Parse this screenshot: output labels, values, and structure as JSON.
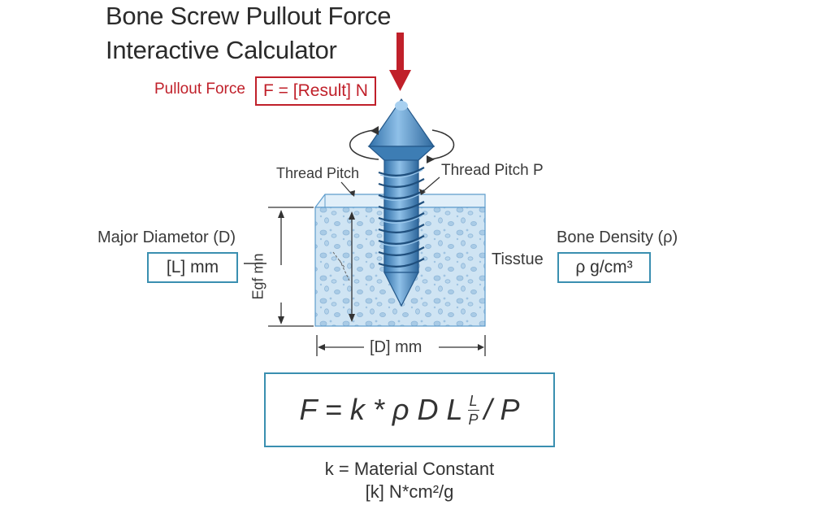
{
  "title": {
    "line1": "Bone Screw Pullout Force",
    "line2": "Interactive Calculator"
  },
  "pullout": {
    "label": "Pullout Force",
    "result": "F = [Result] N"
  },
  "thread": {
    "left_label": "Thread Pitch",
    "right_label": "Thread Pitch P"
  },
  "diameter": {
    "label": "Major Diametor (D)",
    "input": "[L] mm"
  },
  "depth_label": "Egf mn",
  "width_label": "[D] mm",
  "tissue_label": "Tisstue",
  "density": {
    "label": "Bone Density (ρ)",
    "input": "ρ g/cm³"
  },
  "formula": {
    "lead": "F = k * ρ D L",
    "frac_num": "L",
    "frac_den": "P",
    "tail": "/ P"
  },
  "constant": {
    "line1": "k = Material Constant",
    "line2": "[k] N*cm²/g"
  },
  "colors": {
    "accent_red": "#c0202a",
    "box_blue": "#3a8fb0",
    "screw_blue": "#4f8fc6",
    "bone_blue": "#cfe4f3"
  }
}
